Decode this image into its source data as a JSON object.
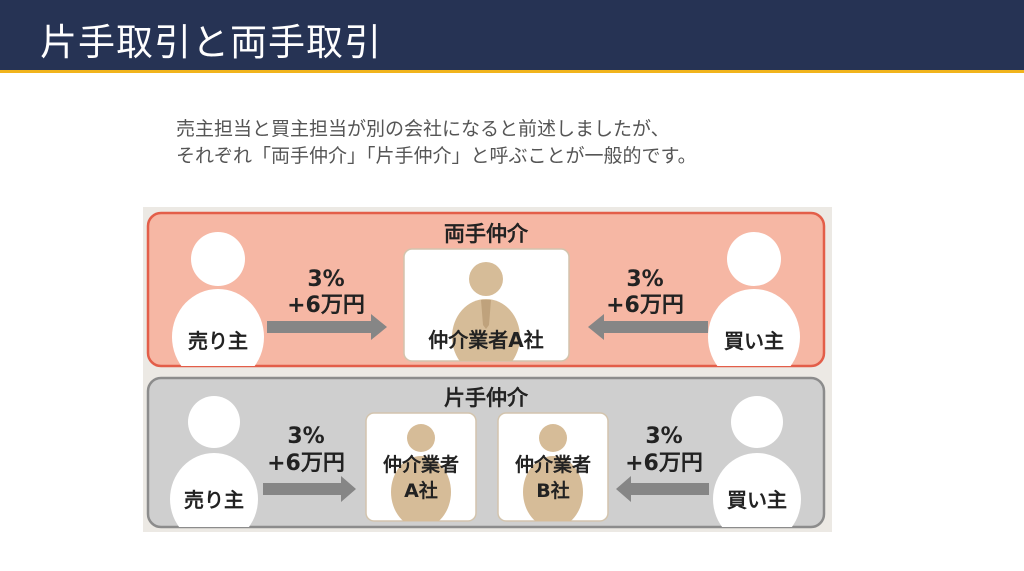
{
  "header": {
    "title": "片手取引と両手取引"
  },
  "description": {
    "line1": "売主担当と買主担当が別の会社になると前述しましたが、",
    "line2": "それぞれ「両手仲介」「片手仲介」と呼ぶことが一般的です。"
  },
  "diagram": {
    "ryote": {
      "title": "両手仲介",
      "seller": "売り主",
      "buyer": "買い主",
      "fee_line1": "3%",
      "fee_line2": "+6万円",
      "agent": "仲介業者A社"
    },
    "katate": {
      "title": "片手仲介",
      "seller": "売り主",
      "buyer": "買い主",
      "fee_line1": "3%",
      "fee_line2": "+6万円",
      "agent_a_line1": "仲介業者",
      "agent_a_line2": "A社",
      "agent_b_line1": "仲介業者",
      "agent_b_line2": "B社"
    },
    "colors": {
      "ryote_bg": "#f6b7a4",
      "ryote_border": "#e35e49",
      "katate_bg": "#cfcfcf",
      "katate_border": "#8c8c8c",
      "figure_bg": "#ece9e4",
      "arrow": "#868686",
      "agent_figure": "#d6bc98"
    }
  }
}
